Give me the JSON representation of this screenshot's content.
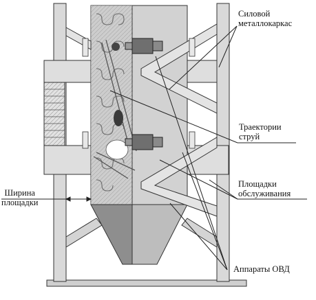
{
  "labels": {
    "frame": [
      "Силовой",
      "металлокаркас"
    ],
    "trajectories": [
      "Траектории",
      "струй"
    ],
    "platforms": [
      "Площадки",
      "обслуживания"
    ],
    "width": [
      "Ширина",
      "площадки"
    ],
    "devices": "Аппараты ОВД"
  },
  "colors": {
    "frame": "#dcdcdc",
    "frame_stroke": "#333333",
    "body_left": "#b4b4b4",
    "body_right": "#d2d2d2",
    "hopper_left": "#8e8e8e",
    "hopper_right": "#bdbdbd",
    "device": "#6f6f6f"
  }
}
